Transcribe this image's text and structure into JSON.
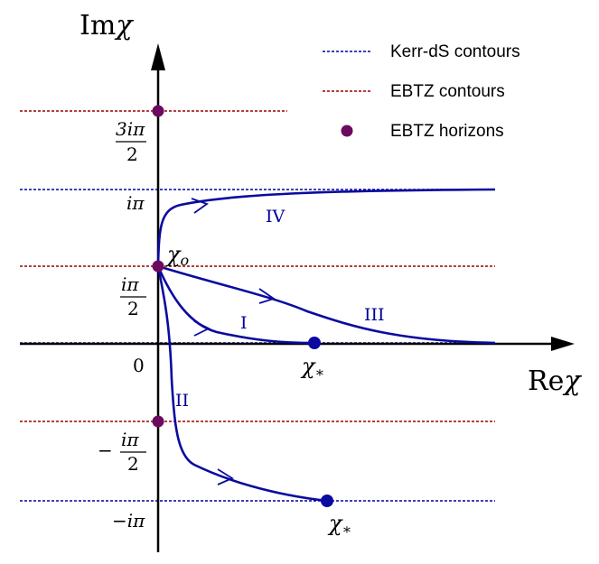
{
  "colors": {
    "kerr_ds": "#00009a",
    "ebtz": "#9a0000",
    "horizon": "#6b0a5e",
    "curve": "#0a0aa0",
    "axis": "#000000"
  },
  "axes": {
    "x_label_re": "Re",
    "x_label_sym": "χ",
    "y_label_im": "Im",
    "y_label_sym": "χ",
    "origin_label": "0"
  },
  "ticks": {
    "three_i_pi_num": "3iπ",
    "three_i_pi_den": "2",
    "i_pi": "iπ",
    "i_pi_half_num": "iπ",
    "i_pi_half_den": "2",
    "neg_sign": "−",
    "neg_i_pi_half_num": "iπ",
    "neg_i_pi_half_den": "2",
    "neg_i_pi": "−iπ"
  },
  "legend": [
    {
      "label": "Kerr-dS contours",
      "icon": "dashed-line-blue"
    },
    {
      "label": "EBTZ contours",
      "icon": "dashed-line-red"
    },
    {
      "label": "EBTZ horizons",
      "icon": "filled-circle-purple"
    }
  ],
  "point_labels": {
    "chi_o": "χ",
    "chi_o_sub": "o",
    "chi_star": "χ",
    "chi_star_sub": "∗"
  },
  "curve_labels": {
    "I": "I",
    "II": "II",
    "III": "III",
    "IV": "IV"
  }
}
